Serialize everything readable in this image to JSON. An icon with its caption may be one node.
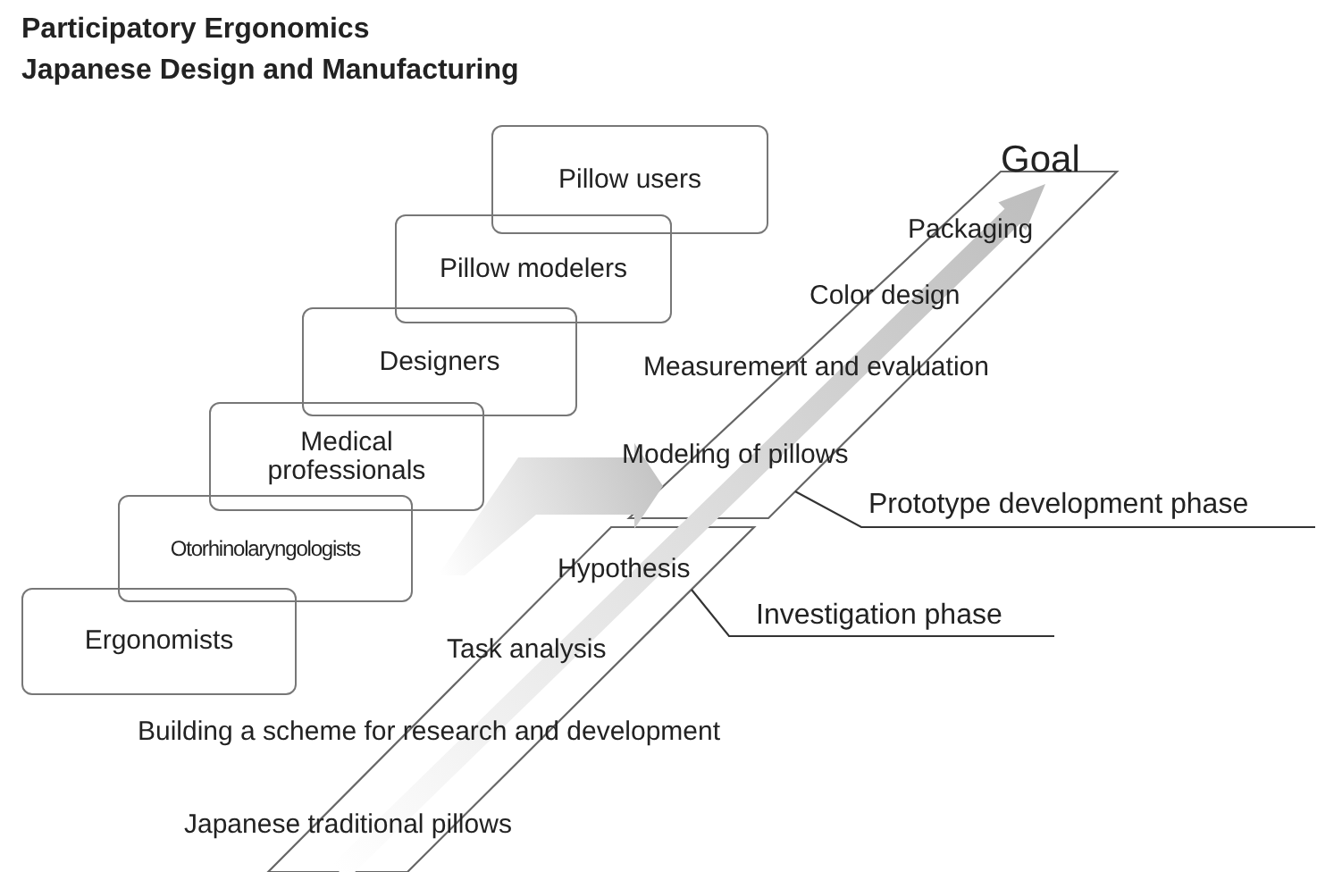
{
  "diagram": {
    "title": "Participatory Ergonomics",
    "nodes": [
      {
        "text": [
          "Pillow users"
        ]
      },
      {
        "text": [
          "Pillow modelers"
        ]
      },
      {
        "text": [
          "Designers"
        ]
      },
      {
        "text": [
          "Medical professionals"
        ]
      },
      {
        "text": [
          "Otorhinolaryngologists"
        ]
      },
      {
        "text": [
          "Ergonomists"
        ]
      },
      {
        "text": [],
        "shape": "parallelogram"
      },
      {
        "text": [
          "Prototype development phase"
        ]
      },
      {
        "text": [],
        "shape": "parallelogram"
      },
      {
        "text": [
          "Investigation phase"
        ]
      },
      {
        "text": [
          "Goal"
        ]
      }
    ],
    "edges": [
      {
        "from": 7,
        "to": 6,
        "arrow": "none"
      },
      {
        "from": 9,
        "to": 8,
        "arrow": "none"
      },
      {
        "from": 3,
        "to": 6,
        "arrow": "to",
        "style": "thick",
        "color": "#c4c4c4"
      },
      {
        "from": null,
        "to": 10,
        "arrow": "to",
        "style": "thick",
        "color": "#bdbdbd"
      }
    ],
    "labels": [
      "Japanese Design and Manufacturing",
      "Packaging",
      "Color design",
      "Measurement and evaluation",
      "Modeling of pillows",
      "Hypothesis",
      "Task analysis",
      "Building a scheme for research and development",
      "Japanese traditional pillows"
    ]
  }
}
